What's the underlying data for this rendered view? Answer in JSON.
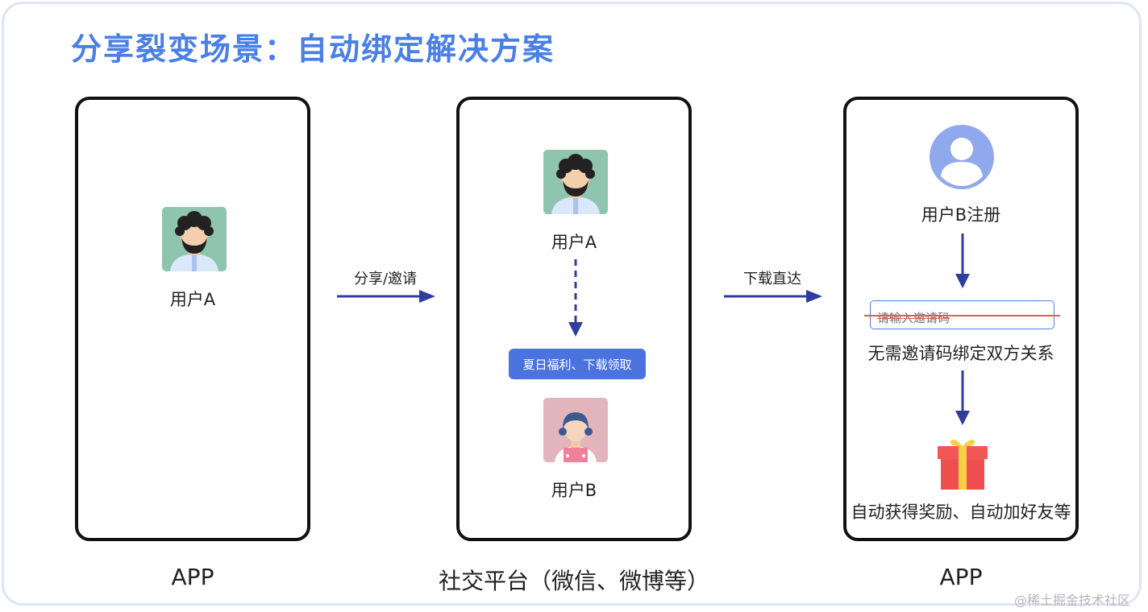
{
  "title": "分享裂变场景：自动绑定解决方案",
  "panels": {
    "app_left": {
      "user_label": "用户A",
      "caption": "APP"
    },
    "social": {
      "user_a_label": "用户A",
      "promo_button": "夏日福利、下载领取",
      "user_b_label": "用户B",
      "caption": "社交平台（微信、微博等）"
    },
    "app_right": {
      "register_label": "用户B注册",
      "invite_placeholder": "请输入邀请码",
      "bind_text": "无需邀请码绑定双方关系",
      "reward_text": "自动获得奖励、自动加好友等",
      "caption": "APP"
    }
  },
  "arrows": {
    "share_label": "分享/邀请",
    "download_label": "下载直达"
  },
  "watermark": "@稀土掘金技术社区",
  "colors": {
    "title": "#4a7fe6",
    "arrow": "#2f3d9c",
    "promo": "#4a73e0",
    "user_icon": "#8fa9ec",
    "gift": "#f25757"
  }
}
